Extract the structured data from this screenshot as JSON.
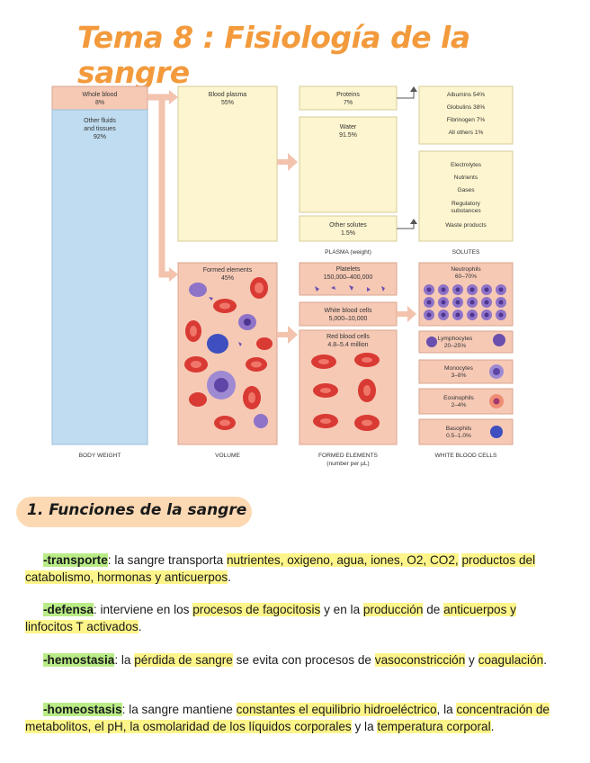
{
  "page": {
    "title": "Tema 8 : Fisiología de la sangre"
  },
  "figure": {
    "whole_blood": {
      "name": "Whole blood",
      "pct": "8%"
    },
    "other_fluids": {
      "line1": "Other fluids",
      "line2": "and tissues",
      "pct": "92%"
    },
    "blood_plasma": {
      "name": "Blood plasma",
      "pct": "55%"
    },
    "formed_elements": {
      "name": "Formed elements",
      "pct": "45%"
    },
    "proteins": {
      "name": "Proteins",
      "pct": "7%"
    },
    "water": {
      "name": "Water",
      "pct": "91.5%"
    },
    "other_solutes": {
      "name": "Other solutes",
      "pct": "1.5%"
    },
    "protein_list": [
      "Albumins 54%",
      "Globulins 38%",
      "Fibrinogen 7%",
      "All others 1%"
    ],
    "solute_list": [
      "Electrolytes",
      "Nutrients",
      "Gases",
      "Regulatory",
      "substances",
      "Waste products"
    ],
    "platelets": {
      "name": "Platelets",
      "count": "150,000–400,000"
    },
    "wbc": {
      "name": "White blood cells",
      "count": "5,000–10,000"
    },
    "rbc": {
      "name": "Red blood cells",
      "count": "4.8–5.4 million"
    },
    "neutrophils": {
      "name": "Neutrophils",
      "pct": "60–70%"
    },
    "lymphocytes": {
      "name": "Lymphocytes",
      "pct": "20–25%"
    },
    "monocytes": {
      "name": "Monocytes",
      "pct": "3–8%"
    },
    "eosinophils": {
      "name": "Eosinophils",
      "pct": "2–4%"
    },
    "basophils": {
      "name": "Basophils",
      "pct": "0.5–1.0%"
    },
    "labels": {
      "plasma_weight": "PLASMA (weight)",
      "solutes": "SOLUTES",
      "body_weight": "BODY WEIGHT",
      "volume": "VOLUME",
      "formed_elements": "FORMED ELEMENTS",
      "per_ul": "(number per µL)",
      "white_blood_cells": "WHITE BLOOD CELLS"
    },
    "colors": {
      "plasma": "#fdf5cf",
      "cells": "#f6c9b5",
      "body": "#bfdcf0",
      "rbc": "#d93a33",
      "wbc": "#6a4fae"
    }
  },
  "section": {
    "heading": "1. Funciones de la sangre"
  },
  "paragraphs": {
    "p1": {
      "kw": "-transporte",
      "a": ": la sangre transporta ",
      "h1": "nutrientes, oxigeno, agua, iones, O2, CO2,",
      "b": " ",
      "h2": "productos del catabolismo, hormonas y anticuerpos",
      "c": "."
    },
    "p2": {
      "kw": "-defensa",
      "a": ": interviene en los ",
      "h1": "procesos de fagocitosis",
      "b": " y en la ",
      "h2": "producción",
      "c": " de ",
      "h3": "anticuerpos y linfocitos T activados",
      "d": "."
    },
    "p3": {
      "kw": "-hemostasia",
      "a": ": la ",
      "h1": "pérdida de sangre",
      "b": " se evita con procesos de ",
      "h2": "vasoconstricción",
      "c": " y ",
      "h3": "coagulación",
      "d": "."
    },
    "p4": {
      "kw": "-homeostasis",
      "a": ": la sangre mantiene ",
      "h1": "constantes el equilibrio hidroeléctrico",
      "b": ", la ",
      "h2": "concentración de metabolitos, el pH, la osmolaridad de los líquidos corporales",
      "c": " y la ",
      "h3": "temperatura corporal",
      "d": "."
    }
  }
}
